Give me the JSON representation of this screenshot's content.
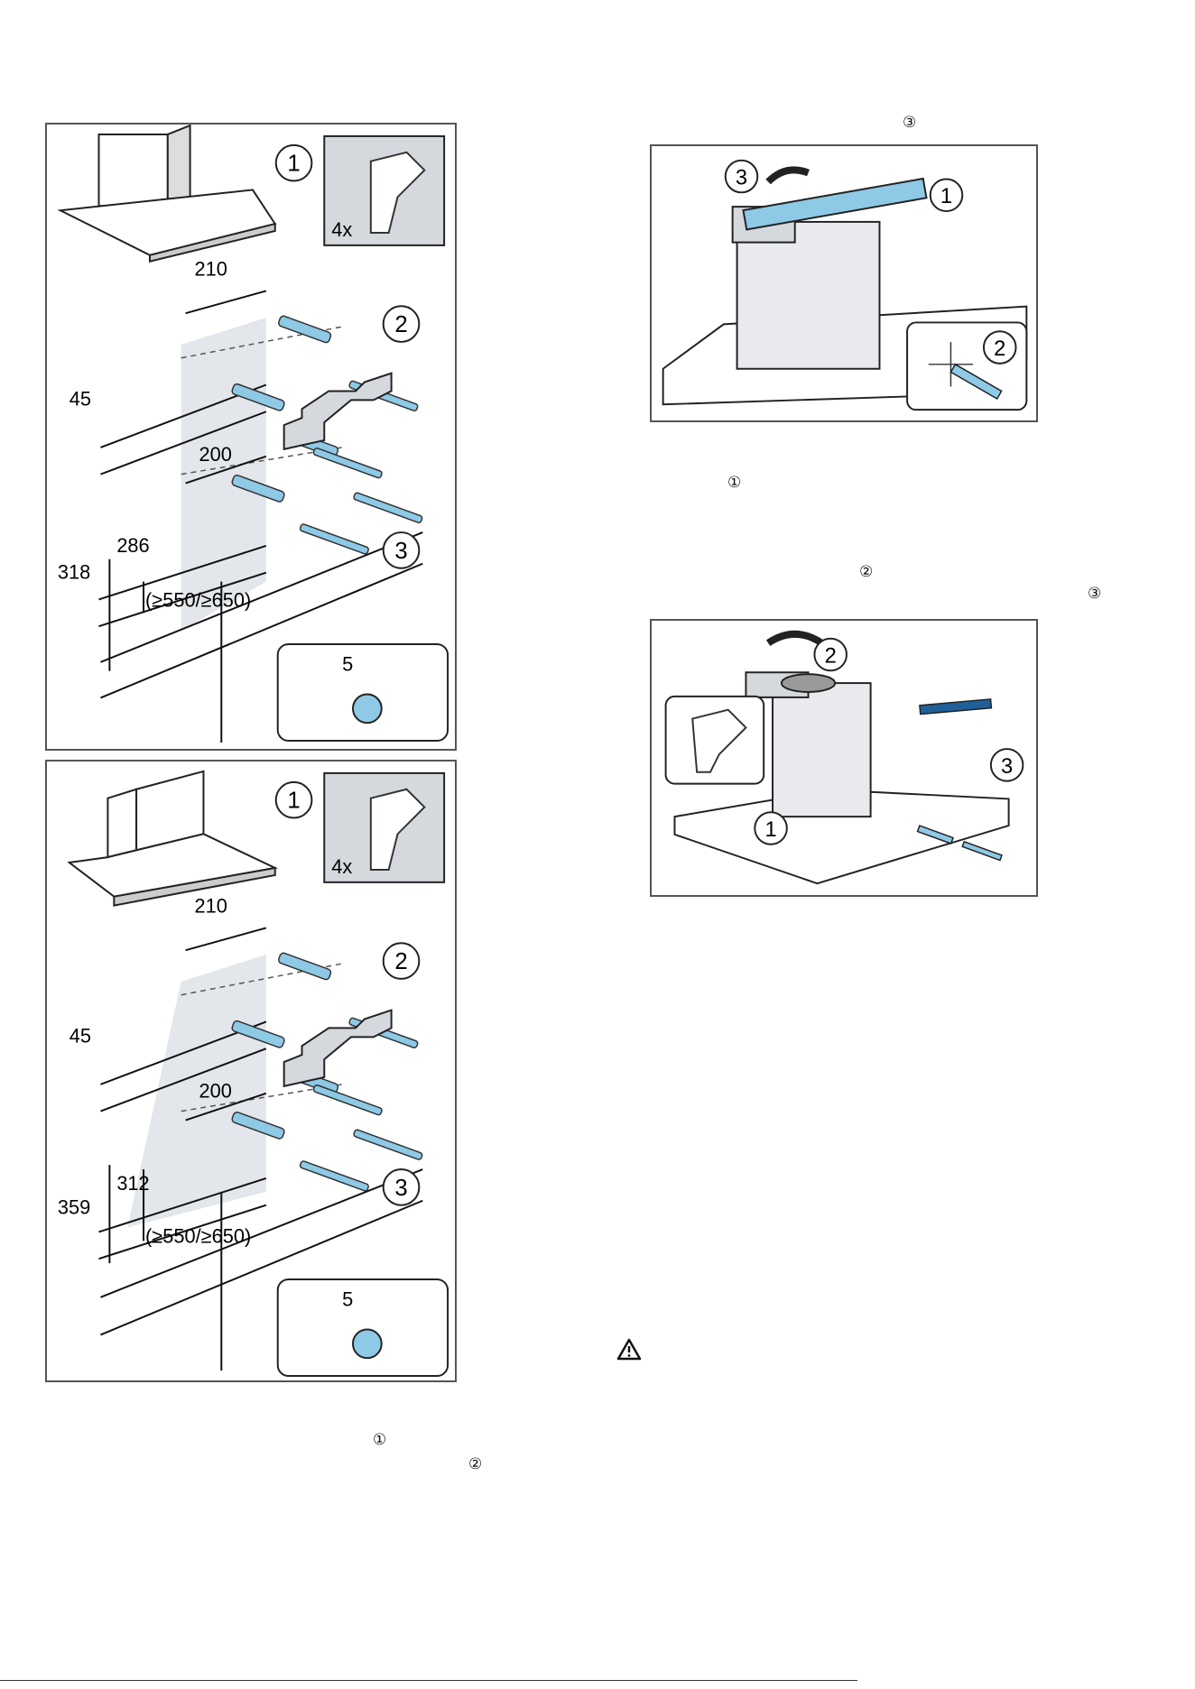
{
  "figure1": {
    "step_labels": [
      "1",
      "2",
      "3"
    ],
    "count_label": "4x",
    "dims": {
      "width_top": "210",
      "height_top": "45",
      "width_mid": "200",
      "h1": "286",
      "h2": "318",
      "range": "(≥550/≥650)",
      "detail": "5"
    }
  },
  "figure2": {
    "step_labels": [
      "1",
      "2",
      "3"
    ],
    "count_label": "4x",
    "dims": {
      "width_top": "210",
      "height_top": "45",
      "width_mid": "200",
      "h1": "312",
      "h2": "359",
      "range": "(≥550/≥650)",
      "detail": "5"
    }
  },
  "figure3": {
    "step_labels": [
      "3",
      "1",
      "2"
    ]
  },
  "figure4": {
    "step_labels": [
      "2",
      "3",
      "1"
    ]
  },
  "text_markers": {
    "m_top": "③",
    "m_fig3_below": "①",
    "m_fig4_above_a": "②",
    "m_fig4_above_b": "③",
    "m_bottom_a": "①",
    "m_bottom_b": "②"
  },
  "colors": {
    "accent_blue": "#8ec9e6",
    "frame": "#555555",
    "wall_shade": "#e3e6ea"
  }
}
